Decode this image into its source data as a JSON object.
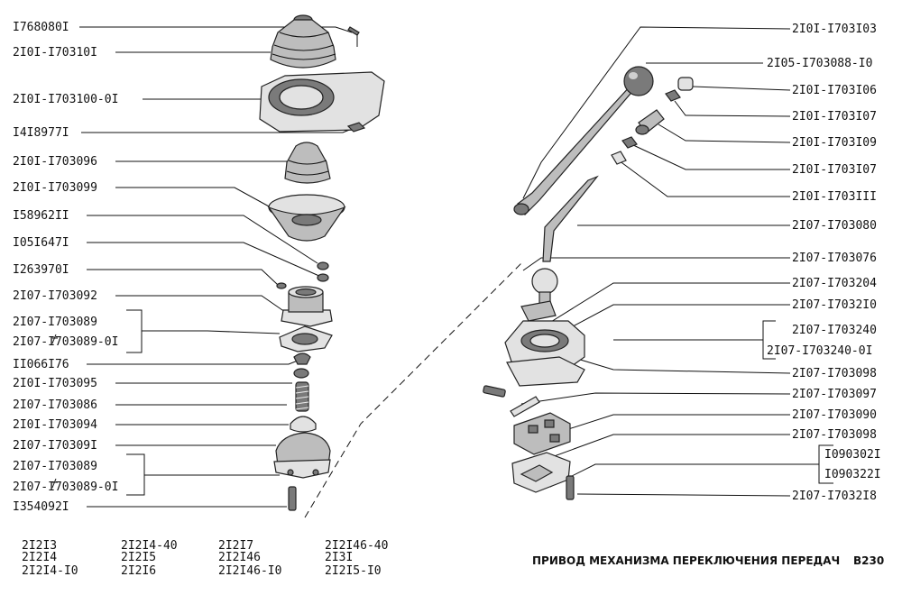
{
  "left_labels": {
    "l01": "I768080I",
    "l02": "2I0I-I70310I",
    "l03": "2I0I-I703100-0I",
    "l04": "I4I8977I",
    "l05": "2I0I-I703096",
    "l06": "2I0I-I703099",
    "l07": "I58962II",
    "l08": "I05I647I",
    "l09": "I263970I",
    "l10": "2I07-I703092",
    "l11": "2I07-I703089",
    "l12": "2I07-I703089-0I",
    "l13": "II066I76",
    "l14": "2I0I-I703095",
    "l15": "2I07-I703086",
    "l16": "2I0I-I703094",
    "l17": "2I07-I70309I",
    "l18": "2I07-I703089",
    "l19": "2I07-I703089-0I",
    "l20": "I354092I"
  },
  "right_labels": {
    "r01": "2I0I-I703I03",
    "r02": "2I05-I703088-I0",
    "r03": "2I0I-I703I06",
    "r04": "2I0I-I703I07",
    "r05": "2I0I-I703I09",
    "r06": "2I0I-I703I07",
    "r07": "2I0I-I703III",
    "r08": "2I07-I703080",
    "r09": "2I07-I703076",
    "r10": "2I07-I703204",
    "r11": "2I07-I7032I0",
    "r12": "2I07-I703240",
    "r13": "2I07-I703240-0I",
    "r14": "2I07-I703098",
    "r15": "2I07-I703097",
    "r16": "2I07-I703090",
    "r17": "2I07-I703098",
    "r18": "I090302I",
    "r19": "I090322I",
    "r20": "2I07-I7032I8"
  },
  "models": {
    "m01": "2I2I3",
    "m02": "2I2I4",
    "m03": "2I2I4-I0",
    "m04": "2I2I4-40",
    "m05": "2I2I5",
    "m06": "2I2I6",
    "m07": "2I2I7",
    "m08": "2I2I46",
    "m09": "2I2I46-I0",
    "m10": "2I2I46-40",
    "m11": "2I3I",
    "m12": "2I2I5-I0"
  },
  "title": "ПРИВОД МЕХАНИЗМА ПЕРЕКЛЮЧЕНИЯ ПЕРЕДАЧ",
  "page_code": "B230"
}
